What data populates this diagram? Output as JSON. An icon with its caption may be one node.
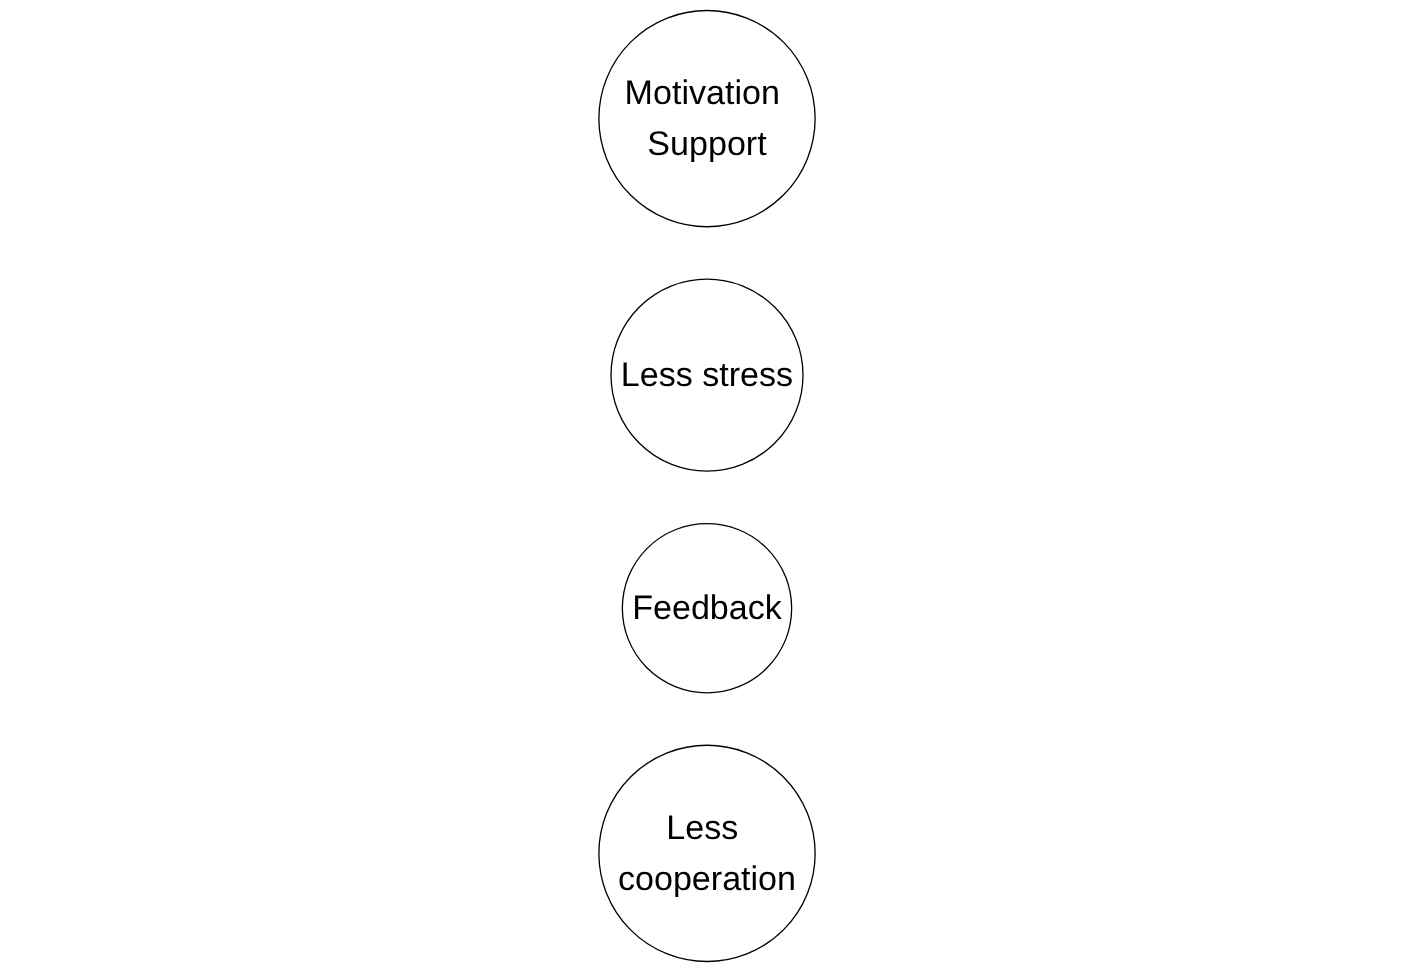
{
  "diagram": {
    "nodes": [
      {
        "text": [
          "Motivation Support"
        ]
      },
      {
        "text": [
          "Less stress"
        ]
      },
      {
        "text": [
          "Feedback"
        ]
      },
      {
        "text": [
          "Less cooperation"
        ]
      }
    ]
  }
}
